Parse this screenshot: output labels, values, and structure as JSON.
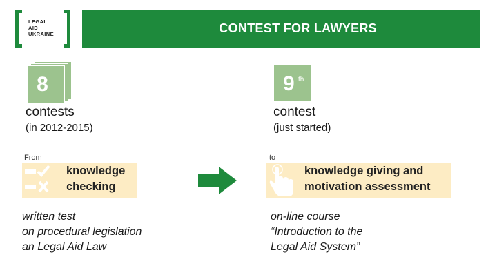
{
  "logo": {
    "line1": "LEGAL",
    "line2": "AID",
    "line3": "UKRAINE"
  },
  "header": {
    "title": "CONTEST FOR LAWYERS"
  },
  "left": {
    "number": "8",
    "label": "contests",
    "sub": "(in 2012-2015)",
    "from_label": "From",
    "box_text_1": "knowledge",
    "box_text_2": "checking",
    "desc_1": "written test",
    "desc_2": "on procedural legislation",
    "desc_3": "an Legal Aid Law"
  },
  "right": {
    "number": "9",
    "sup": "th",
    "label": "contest",
    "sub": "(just started)",
    "to_label": "to",
    "box_text_1": "knowledge giving and",
    "box_text_2": "motivation assessment",
    "desc_1": "on-line course",
    "desc_2": "“Introduction to the",
    "desc_3": "Legal Aid System”"
  },
  "colors": {
    "brand_green": "#1e8a3c",
    "card_green": "#9cc38e",
    "cream": "#fdecc4",
    "arrow_green": "#1e8a3c"
  }
}
